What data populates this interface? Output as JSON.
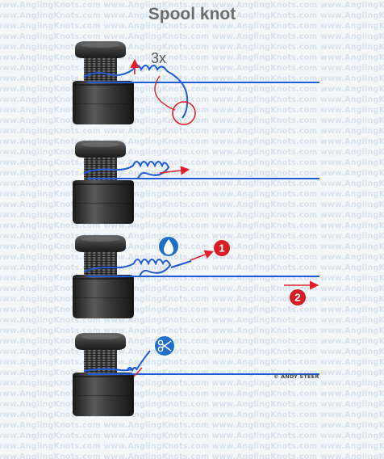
{
  "title": "Spool knot",
  "watermark": "www.AnglingKnots.com",
  "copyright": "© ANDY STEER",
  "wrap_count_label": "3x",
  "step_markers": [
    "1",
    "2"
  ],
  "icons": {
    "step3": "water-drop-icon",
    "step4": "scissors-icon"
  },
  "colors": {
    "line": "#1f5bd6",
    "arrow": "#e0202a",
    "marker": "#d81e25",
    "icon_bg": "#1f6fc9",
    "spool": "#2b2b2b"
  }
}
